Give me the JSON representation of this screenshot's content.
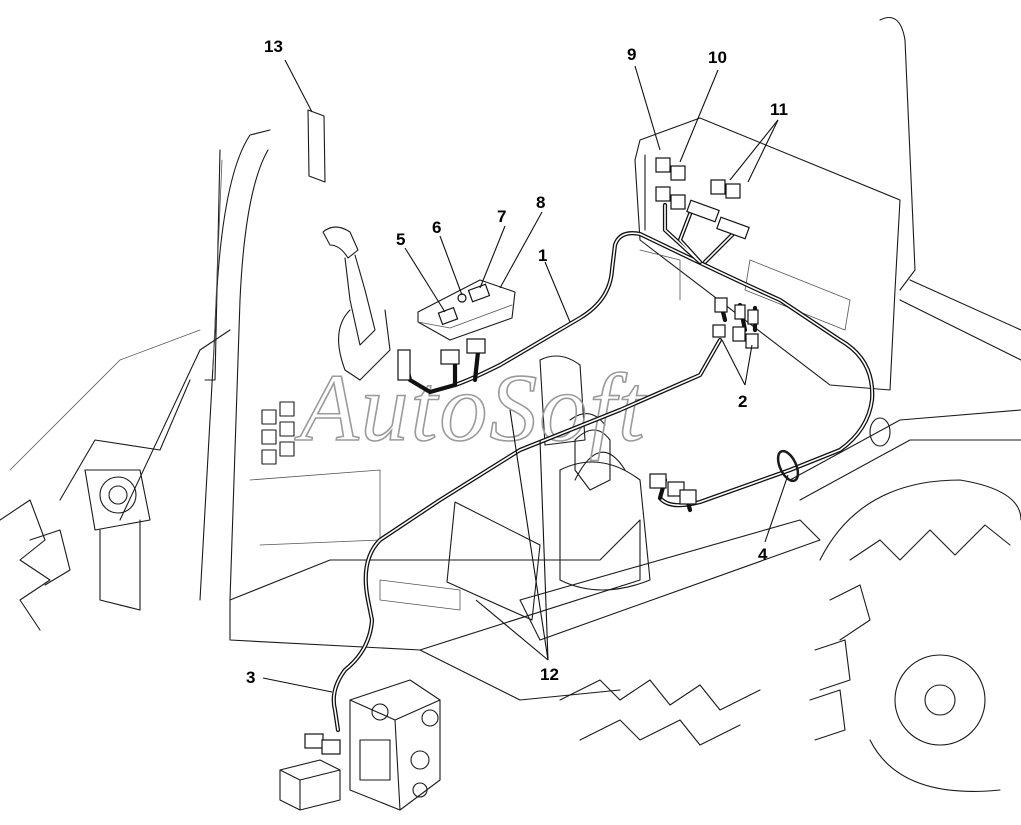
{
  "callouts": {
    "c1": "1",
    "c2": "2",
    "c3": "3",
    "c4": "4",
    "c5": "5",
    "c6": "6",
    "c7": "7",
    "c8": "8",
    "c9": "9",
    "c10": "10",
    "c11": "11",
    "c12": "12",
    "c13": "13"
  },
  "watermark": "AutoSoft"
}
